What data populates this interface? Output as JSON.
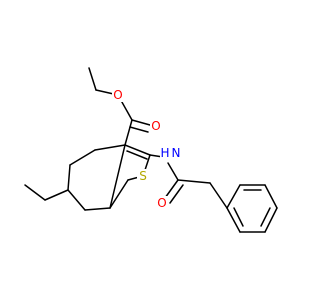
{
  "diagram": {
    "type": "molecule-structure",
    "colors": {
      "bond": "#000000",
      "oxygen": "#FF0000",
      "nitrogen": "#0000FF",
      "sulfur": "#B2A800",
      "hydrogen_on_nitrogen": "#0000FF"
    },
    "atom_labels": {
      "ester_carbonyl_oxygen": "O",
      "ester_ether_oxygen": "O",
      "amide_nitrogen": "N",
      "amide_hydrogen": "H",
      "ring_sulfur": "S",
      "amide_carbonyl_oxygen": "O"
    }
  }
}
